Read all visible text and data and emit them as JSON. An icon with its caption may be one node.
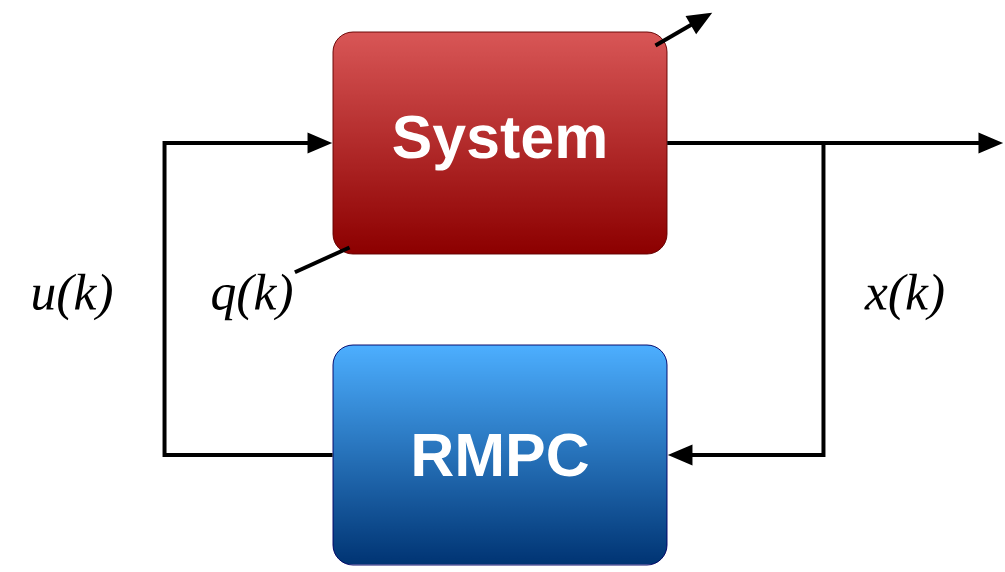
{
  "diagram": {
    "nodes": [
      {
        "text": [
          "System"
        ]
      },
      {
        "text": [
          "RMPC"
        ]
      },
      {
        "text": [
          "q(k)"
        ]
      }
    ],
    "edges": [
      {
        "from": 1,
        "to": 0,
        "arrow": "to",
        "label": "u(k)"
      },
      {
        "from": 0,
        "to": 1,
        "arrow": "to",
        "label": "x(k)"
      },
      {
        "from": 0,
        "to": null,
        "arrow": "to"
      },
      {
        "from": 0,
        "to": null,
        "arrow": "to"
      },
      {
        "from": 2,
        "to": 0,
        "arrow": "none"
      }
    ]
  }
}
